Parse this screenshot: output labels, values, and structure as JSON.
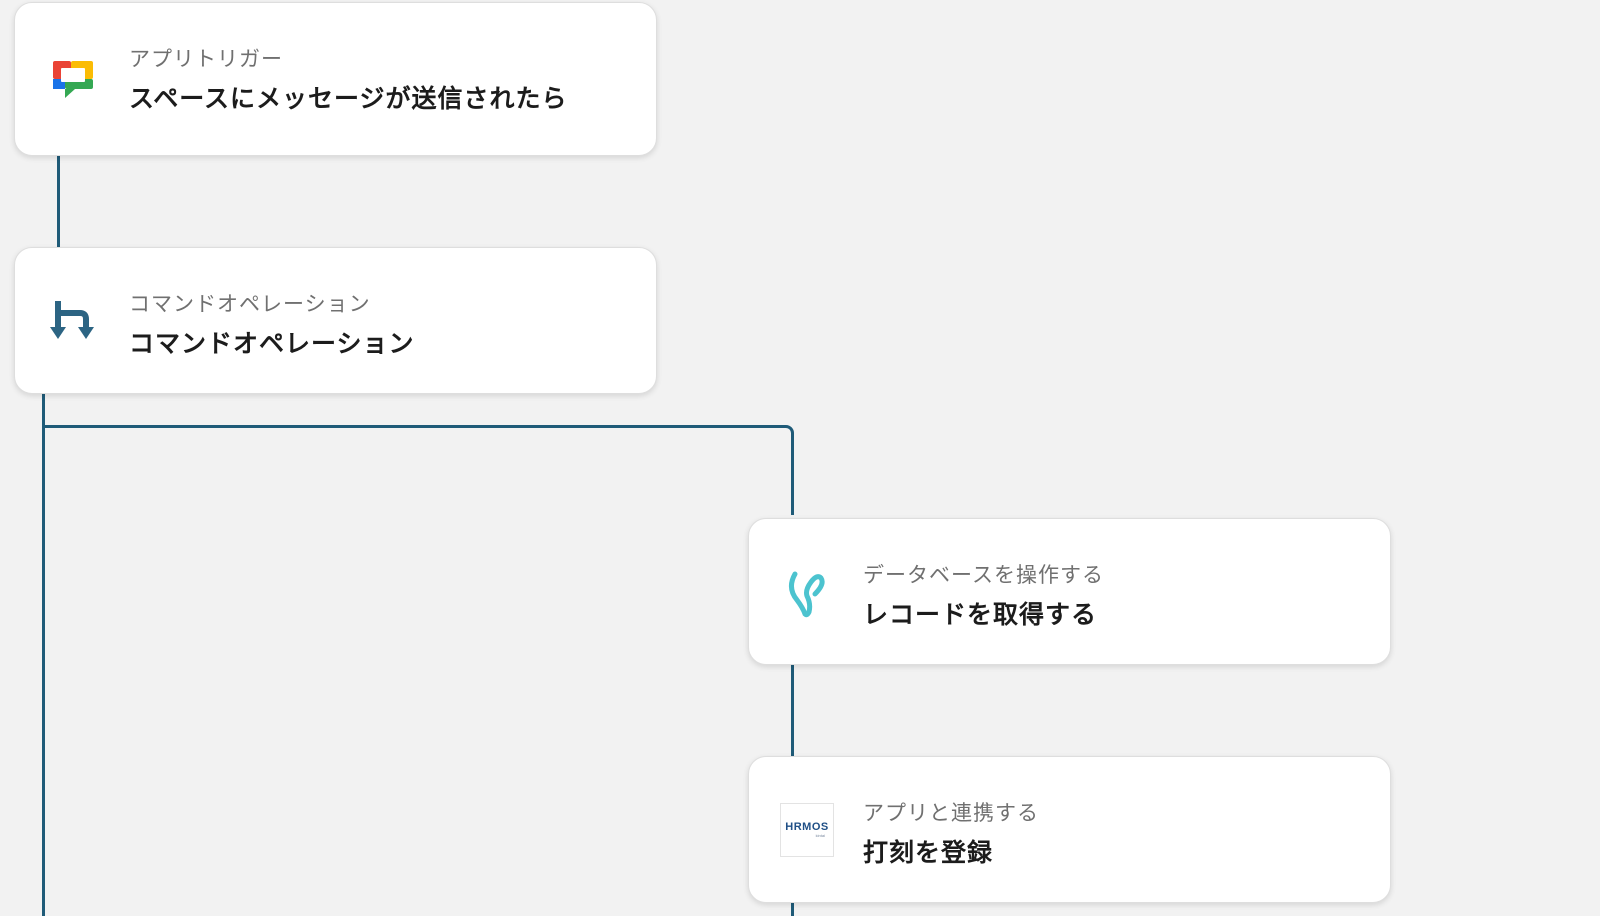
{
  "flow": {
    "trigger": {
      "subtitle": "アプリトリガー",
      "title": "スペースにメッセージが送信されたら",
      "icon": "google-chat-icon"
    },
    "command": {
      "subtitle": "コマンドオペレーション",
      "title": "コマンドオペレーション",
      "icon": "command-branch-icon"
    },
    "database": {
      "subtitle": "データベースを操作する",
      "title": "レコードを取得する",
      "icon": "yoom-database-icon"
    },
    "app": {
      "subtitle": "アプリと連携する",
      "title": "打刻を登録",
      "icon": "hrmos-icon",
      "logo_text": "HRMOS",
      "logo_sub": "kintai"
    }
  },
  "colors": {
    "connector": "#1f5b78",
    "background": "#f2f2f2",
    "card": "#ffffff"
  }
}
